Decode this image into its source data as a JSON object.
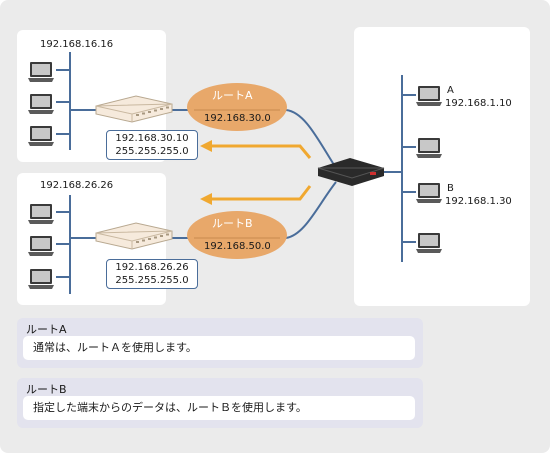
{
  "network_top": {
    "host_ip": "192.168.16.16",
    "router_ip": "192.168.30.10",
    "router_mask": "255.255.255.0"
  },
  "network_bottom": {
    "host_ip": "192.168.26.26",
    "router_ip": "192.168.26.26",
    "router_mask": "255.255.255.0"
  },
  "route_a": {
    "name": "ルートA",
    "network": "192.168.30.0"
  },
  "route_b": {
    "name": "ルートB",
    "network": "192.168.50.0"
  },
  "right_network": {
    "pc_a_name": "A",
    "pc_a_ip": "192.168.1.10",
    "pc_b_name": "B",
    "pc_b_ip": "192.168.1.30"
  },
  "legend": [
    {
      "title": "ルートA",
      "text": "通常は、ルートＡを使用します。"
    },
    {
      "title": "ルートB",
      "text": "指定した端末からのデータは、ルートＢを使用します。"
    }
  ],
  "colors": {
    "ellipse": "#e8a86a",
    "arrow": "#f0a830",
    "line": "#4a6d9a"
  }
}
